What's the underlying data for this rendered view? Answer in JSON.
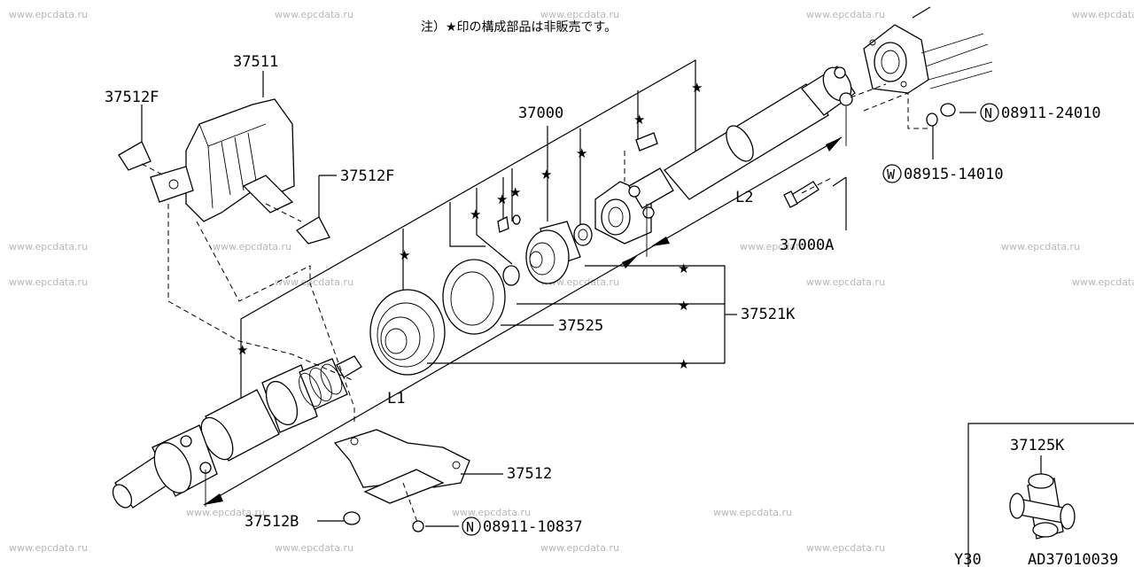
{
  "note": "注）★印の構成部品は非販売です。",
  "watermark": "www.epcdata.ru",
  "star_symbol": "★",
  "labels": {
    "p37511": "37511",
    "p37512F_a": "37512F",
    "p37512F_b": "37512F",
    "p37000": "37000",
    "p37000A": "37000A",
    "p37521K": "37521K",
    "p37525": "37525",
    "p37512": "37512",
    "p37512B": "37512B",
    "p08911_24010": "08911-24010",
    "p08915_14010": "08915-14010",
    "p08911_10837": "08911-10837",
    "circle_N": "N",
    "circle_W": "W",
    "L1": "L1",
    "L2": "L2",
    "p37125K": "37125K",
    "model": "Y30",
    "diagram_code": "AD37010039"
  }
}
